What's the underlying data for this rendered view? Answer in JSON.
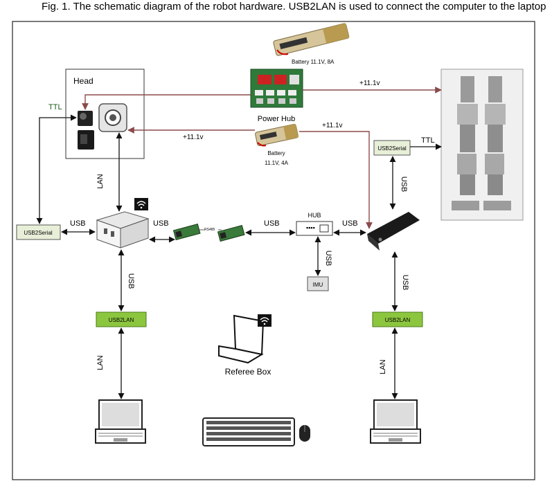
{
  "caption": "Fig. 1. The schematic diagram of the robot hardware. USB2LAN is used to connect the computer to the laptop",
  "labels": {
    "head": "Head",
    "ttl_left": "TTL",
    "ttl_right": "TTL",
    "lan_head": "LAN",
    "lan_left": "LAN",
    "lan_right": "LAN",
    "usb_pc_left": "USB",
    "usb_pc_right": "USB",
    "usb_hub_left": "USB",
    "usb_hub_right": "USB",
    "usb_hub_imu": "USB",
    "usb_pc_down": "USB",
    "usb_nb_down": "USB",
    "usb_nb_up": "USB",
    "usb2serial_left": "USB2Serial",
    "usb2serial_right": "USB2Serial",
    "usb2lan_left": "USB2LAN",
    "usb2lan_right": "USB2LAN",
    "hub": "HUB",
    "imu": "IMU",
    "rs485": "RS485",
    "power_hub": "Power Hub",
    "battery_top": "Battery 11.1V, 8A",
    "battery_mid_line1": "Battery",
    "battery_mid_line2": "11.1V, 4A",
    "v_head": "+11.1v",
    "v_robot": "+11.1v",
    "v_nb": "+11.1v",
    "referee": "Referee Box"
  },
  "colors": {
    "power_line": "#8b4a4a",
    "usb_green": "#8cc63f",
    "usb_green_border": "#4a7a1a",
    "serial_box": "#e8efd8",
    "battery_body": "#d6c49a",
    "board_green": "#2f7a3a"
  },
  "icons": [
    "wifi-icon",
    "camera-icon",
    "servo-icon",
    "mini-pc-icon",
    "notebook-icon",
    "laptop-icon",
    "keyboard-icon",
    "mouse-icon",
    "robot-image",
    "battery-icon",
    "power-board-icon",
    "rs485-adapter-icon",
    "hub-icon",
    "imu-icon"
  ]
}
